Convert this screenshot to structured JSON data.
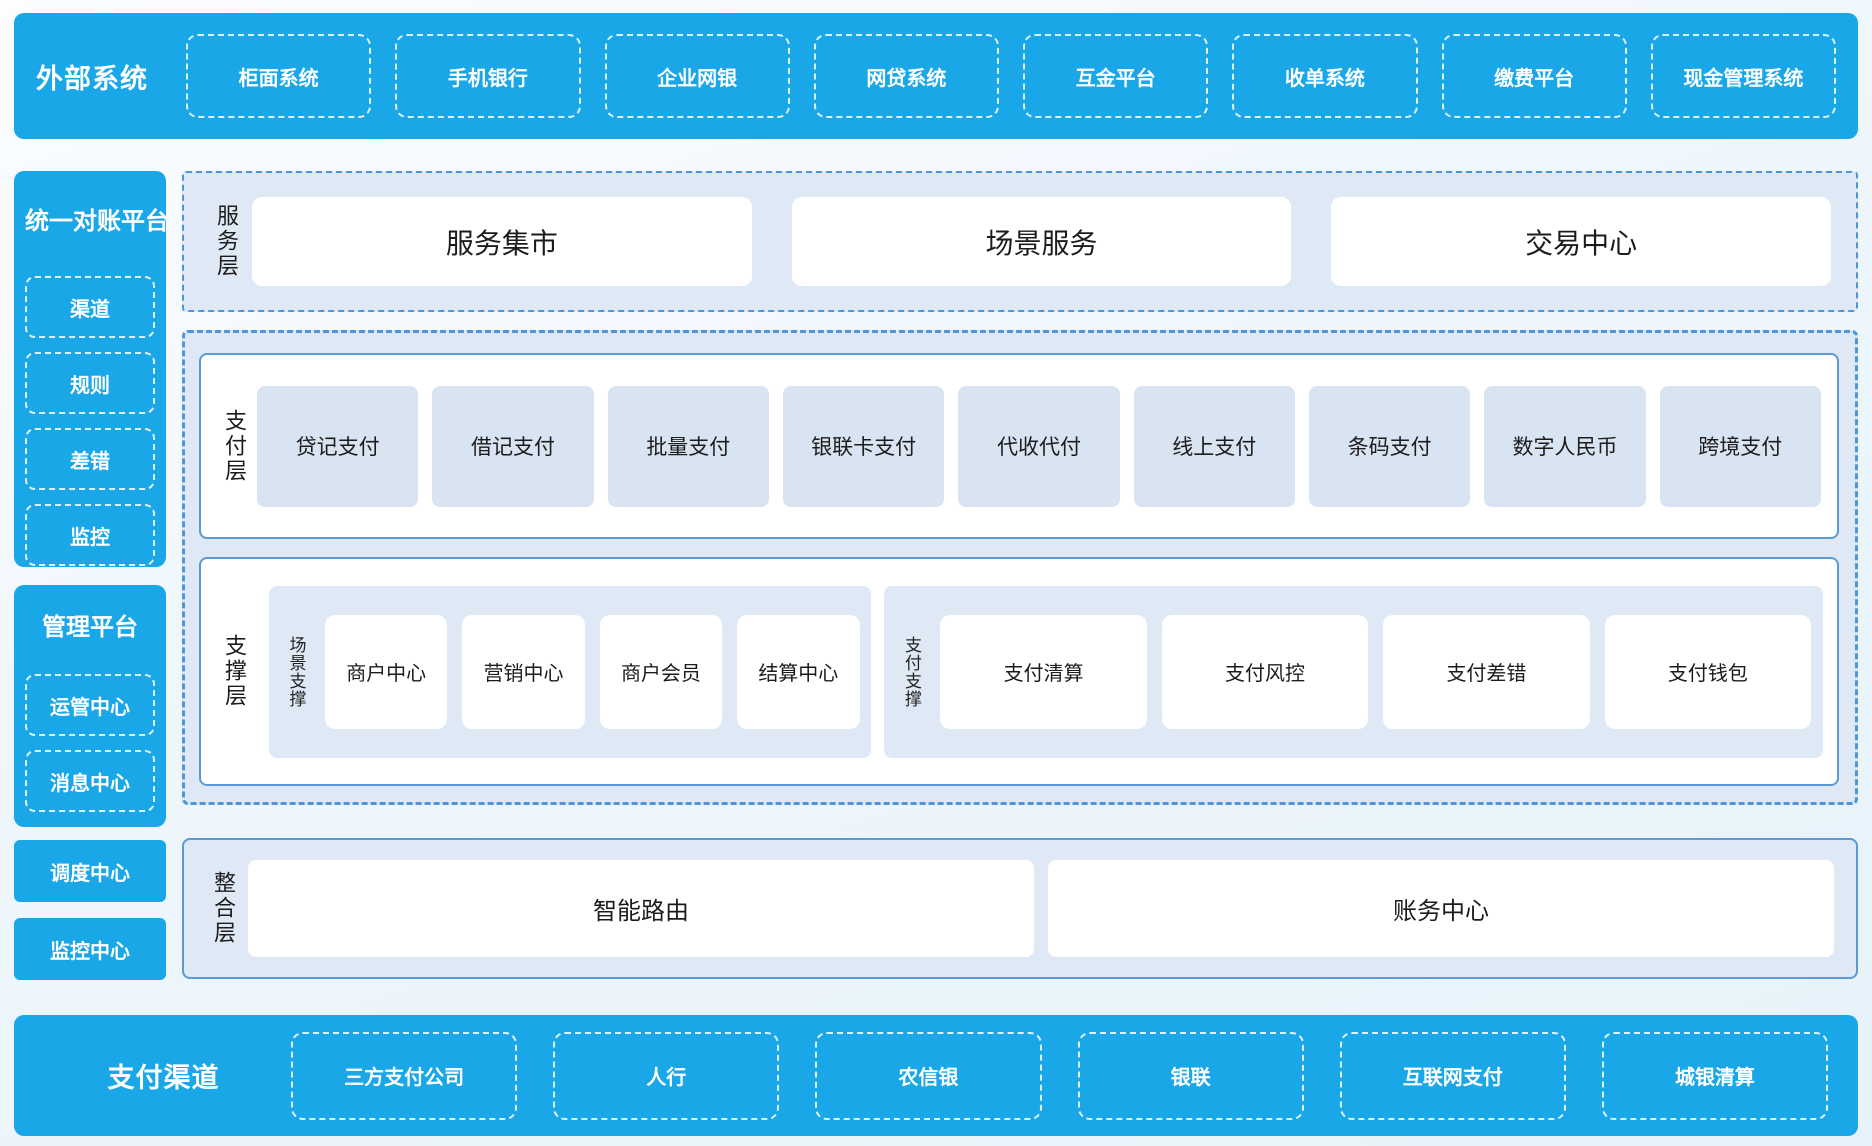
{
  "colors": {
    "brand_blue": "#1aa7e8",
    "panel_light_blue": "#dfe9f6",
    "card_light_blue": "#d9e4f2",
    "border_blue": "#5b9bd5",
    "dashed_border_blue": "#4e95d9",
    "white_dash": "#ffffff",
    "text_dark": "#1c1c1c"
  },
  "top_bar": {
    "title": "外部系统",
    "items": [
      "柜面系统",
      "手机银行",
      "企业网银",
      "网贷系统",
      "互金平台",
      "收单系统",
      "缴费平台",
      "现金管理系统"
    ]
  },
  "sidebar": {
    "reconciliation": {
      "title": "统一对账平台",
      "items": [
        "渠道",
        "规则",
        "差错",
        "监控"
      ]
    },
    "management": {
      "title": "管理平台",
      "items": [
        "运管中心",
        "消息中心"
      ]
    },
    "dispatch_center": "调度中心",
    "monitor_center": "监控中心"
  },
  "layers": {
    "service": {
      "label": "服务层",
      "items": [
        "服务集市",
        "场景服务",
        "交易中心"
      ]
    },
    "payment": {
      "label": "支付层",
      "items": [
        "贷记支付",
        "借记支付",
        "批量支付",
        "银联卡支付",
        "代收代付",
        "线上支付",
        "条码支付",
        "数字人民币",
        "跨境支付"
      ]
    },
    "support": {
      "label": "支撑层",
      "groups": [
        {
          "label": "场景支撑",
          "items": [
            "商户中心",
            "营销中心",
            "商户会员",
            "结算中心"
          ]
        },
        {
          "label": "支付支撑",
          "items": [
            "支付清算",
            "支付风控",
            "支付差错",
            "支付钱包"
          ]
        }
      ]
    },
    "integration": {
      "label": "整合层",
      "items": [
        "智能路由",
        "账务中心"
      ]
    }
  },
  "bottom_bar": {
    "title": "支付渠道",
    "items": [
      "三方支付公司",
      "人行",
      "农信银",
      "银联",
      "互联网支付",
      "城银清算"
    ]
  }
}
